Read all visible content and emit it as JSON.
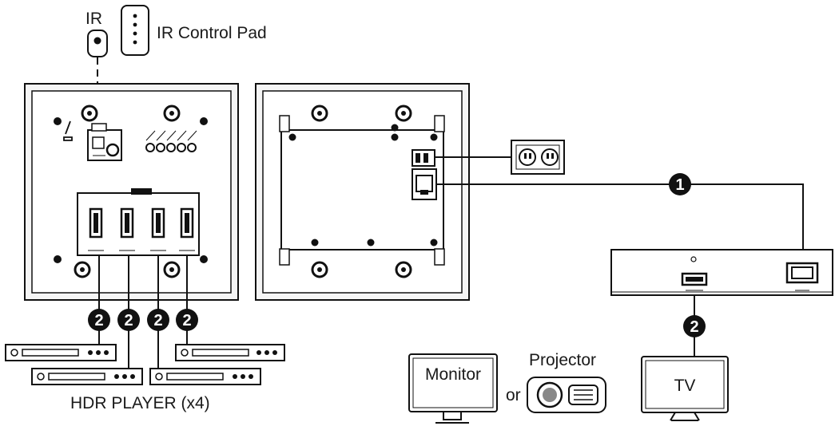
{
  "labels": {
    "ir": "IR",
    "ir_control_pad": "IR Control Pad",
    "hdr_player": "HDR PLAYER (x4)",
    "monitor": "Monitor",
    "projector": "Projector",
    "or": "or",
    "tv": "TV"
  },
  "callouts": {
    "ethernet": "1",
    "hdmi_in_1": "2",
    "hdmi_in_2": "2",
    "hdmi_in_3": "2",
    "hdmi_in_4": "2",
    "hdmi_out": "2"
  },
  "colors": {
    "line": "#111111",
    "panel_fill": "#f4f4f4",
    "badge": "#111111"
  }
}
